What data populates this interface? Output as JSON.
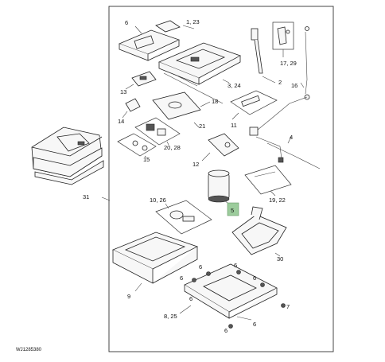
{
  "diagram": {
    "figure_id": "WJ1285380",
    "highlight_color": "#9ccc9c",
    "highlighted_callout": "5",
    "callouts": [
      {
        "key": "c6_top",
        "label": "6"
      },
      {
        "key": "c1_23",
        "label": "1, 23"
      },
      {
        "key": "c17_29",
        "label": "17, 29"
      },
      {
        "key": "c2",
        "label": "2"
      },
      {
        "key": "c16",
        "label": "16"
      },
      {
        "key": "c3_24",
        "label": "3, 24"
      },
      {
        "key": "c13",
        "label": "13"
      },
      {
        "key": "c18",
        "label": "18"
      },
      {
        "key": "c14",
        "label": "14"
      },
      {
        "key": "c21",
        "label": "21"
      },
      {
        "key": "c11",
        "label": "11"
      },
      {
        "key": "c20_28",
        "label": "20, 28"
      },
      {
        "key": "c4",
        "label": "4"
      },
      {
        "key": "c15",
        "label": "15"
      },
      {
        "key": "c12",
        "label": "12"
      },
      {
        "key": "c31",
        "label": "31"
      },
      {
        "key": "c19_22",
        "label": "19, 22"
      },
      {
        "key": "c10_26",
        "label": "10, 26"
      },
      {
        "key": "c5",
        "label": "5"
      },
      {
        "key": "c30",
        "label": "30"
      },
      {
        "key": "c9",
        "label": "9"
      },
      {
        "key": "c6_a",
        "label": "6"
      },
      {
        "key": "c6_b",
        "label": "6"
      },
      {
        "key": "c6_c",
        "label": "6"
      },
      {
        "key": "c6_d",
        "label": "6"
      },
      {
        "key": "c6_e",
        "label": "6"
      },
      {
        "key": "c7",
        "label": "7"
      },
      {
        "key": "c6_f",
        "label": "6"
      },
      {
        "key": "c8_25",
        "label": "8, 25"
      },
      {
        "key": "c6_g",
        "label": "6"
      }
    ]
  }
}
